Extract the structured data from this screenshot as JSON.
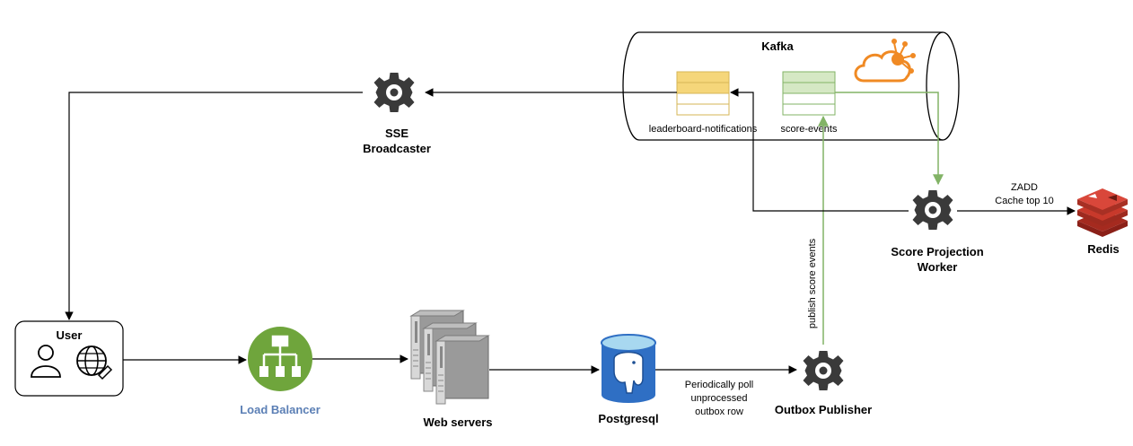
{
  "kafka": {
    "title": "Kafka",
    "topics": [
      {
        "label": "leaderboard-notifications",
        "color": "#f5d67a"
      },
      {
        "label": "score-events",
        "color": "#d5e8c4"
      }
    ]
  },
  "nodes": {
    "sse": {
      "line1": "SSE",
      "line2": "Broadcaster"
    },
    "worker": {
      "line1": "Score Projection",
      "line2": "Worker"
    },
    "redis": {
      "label": "Redis"
    },
    "user": {
      "label": "User"
    },
    "load_balancer": {
      "label": "Load Balancer"
    },
    "web_servers": {
      "label": "Web servers"
    },
    "postgres": {
      "label": "Postgresql"
    },
    "outbox": {
      "label": "Outbox Publisher"
    }
  },
  "edges": {
    "zadd": {
      "line1": "ZADD",
      "line2": "Cache top 10"
    },
    "poll": {
      "line1": "Periodically poll",
      "line2": "unprocessed",
      "line3": "outbox row"
    },
    "publish": {
      "label": "publish score events"
    }
  },
  "colors": {
    "gear": "#3a3a3a",
    "arrow": "#000000",
    "green_arrow": "#82b366",
    "load_balancer": "#6fa53c",
    "postgres": "#2f6fc4",
    "redis": "#c8392b",
    "kafka_icon": "#f08a24"
  }
}
